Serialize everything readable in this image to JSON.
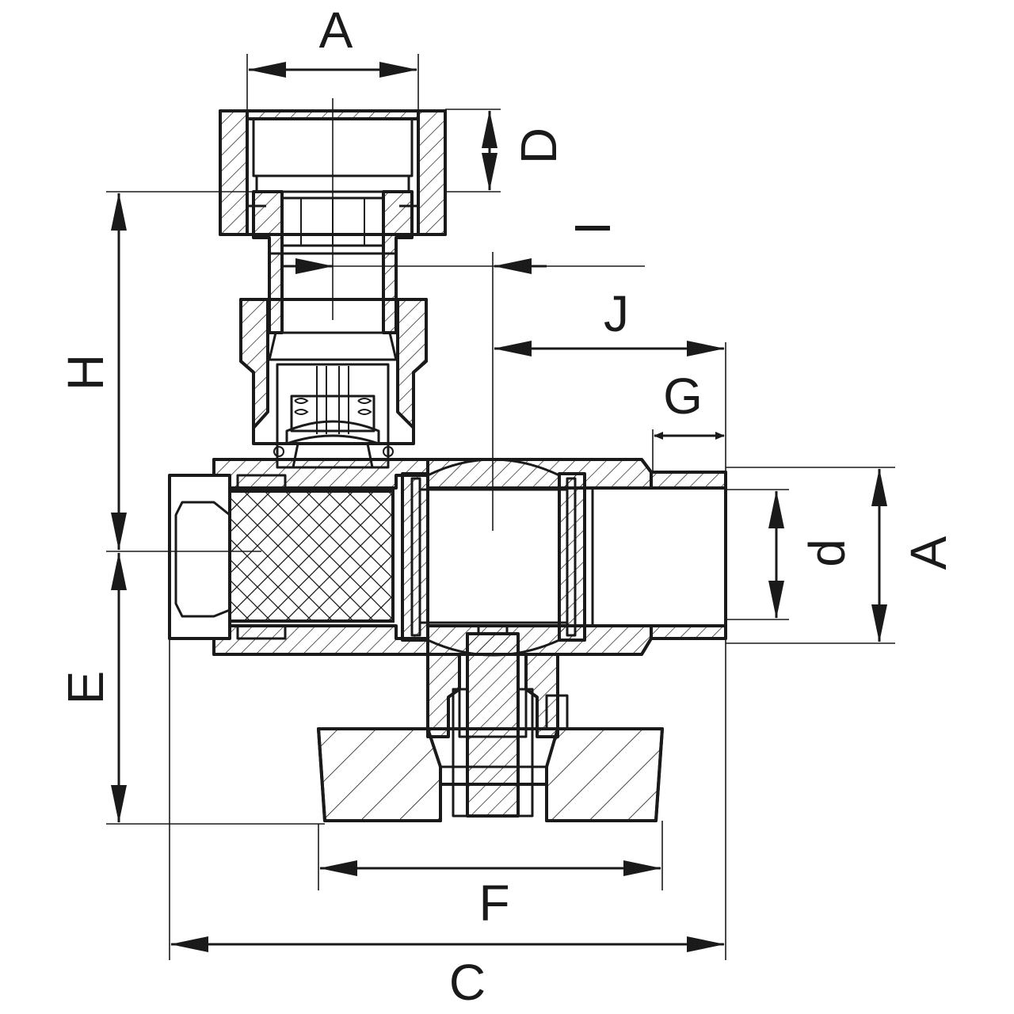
{
  "drawing": {
    "dimension_labels": {
      "A_top": "A",
      "D": "D",
      "I": "I",
      "J": "J",
      "G": "G",
      "H": "H",
      "E": "E",
      "d": "d",
      "A_right": "A",
      "F": "F",
      "C": "C"
    }
  }
}
